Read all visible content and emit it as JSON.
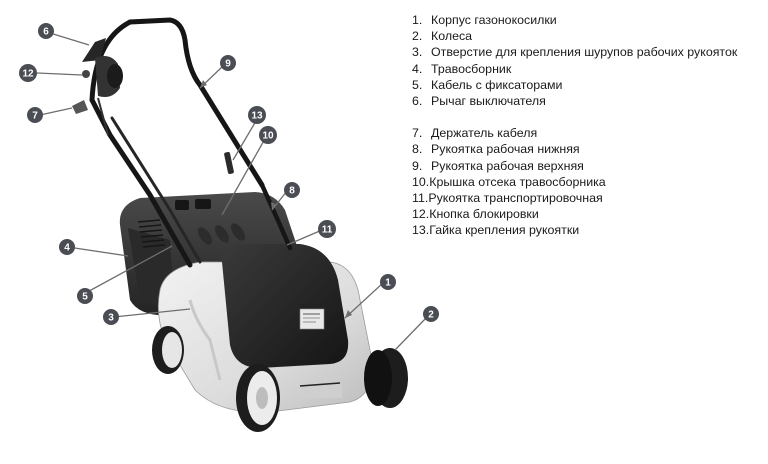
{
  "legend": {
    "group1": [
      {
        "num": "1.",
        "label": "Корпус газонокосилки"
      },
      {
        "num": "2.",
        "label": "Колеса"
      },
      {
        "num": "3.",
        "label": "Отверстие для крепления шурупов рабочих рукояток"
      },
      {
        "num": "4.",
        "label": "Травосборник"
      },
      {
        "num": "5.",
        "label": "Кабель с фиксаторами"
      },
      {
        "num": "6.",
        "label": "Рычаг выключателя"
      }
    ],
    "group2": [
      {
        "num": "7.",
        "label": "Держатель кабеля"
      },
      {
        "num": "8.",
        "label": "Рукоятка рабочая нижняя"
      },
      {
        "num": "9.",
        "label": "Рукоятка рабочая верхняя"
      },
      {
        "num": "10.",
        "label": "Крышка отсека травосборника"
      },
      {
        "num": "11.",
        "label": "Рукоятка транспортировочная"
      },
      {
        "num": "12.",
        "label": "Кнопка блокировки"
      },
      {
        "num": "13.",
        "label": "Гайка крепления рукоятки"
      }
    ]
  },
  "callouts": [
    {
      "id": "1",
      "label": "1"
    },
    {
      "id": "2",
      "label": "2"
    },
    {
      "id": "3",
      "label": "3"
    },
    {
      "id": "4",
      "label": "4"
    },
    {
      "id": "5",
      "label": "5"
    },
    {
      "id": "6",
      "label": "6"
    },
    {
      "id": "7",
      "label": "7"
    },
    {
      "id": "8",
      "label": "8"
    },
    {
      "id": "9",
      "label": "9"
    },
    {
      "id": "10",
      "label": "10"
    },
    {
      "id": "11",
      "label": "11"
    },
    {
      "id": "12",
      "label": "12"
    },
    {
      "id": "13",
      "label": "13"
    }
  ],
  "colors": {
    "callout_fill": "#4a4d54",
    "leader_line": "#707070",
    "body_dark": "#2b2b2b",
    "deck_light": "#e4e4e4"
  }
}
